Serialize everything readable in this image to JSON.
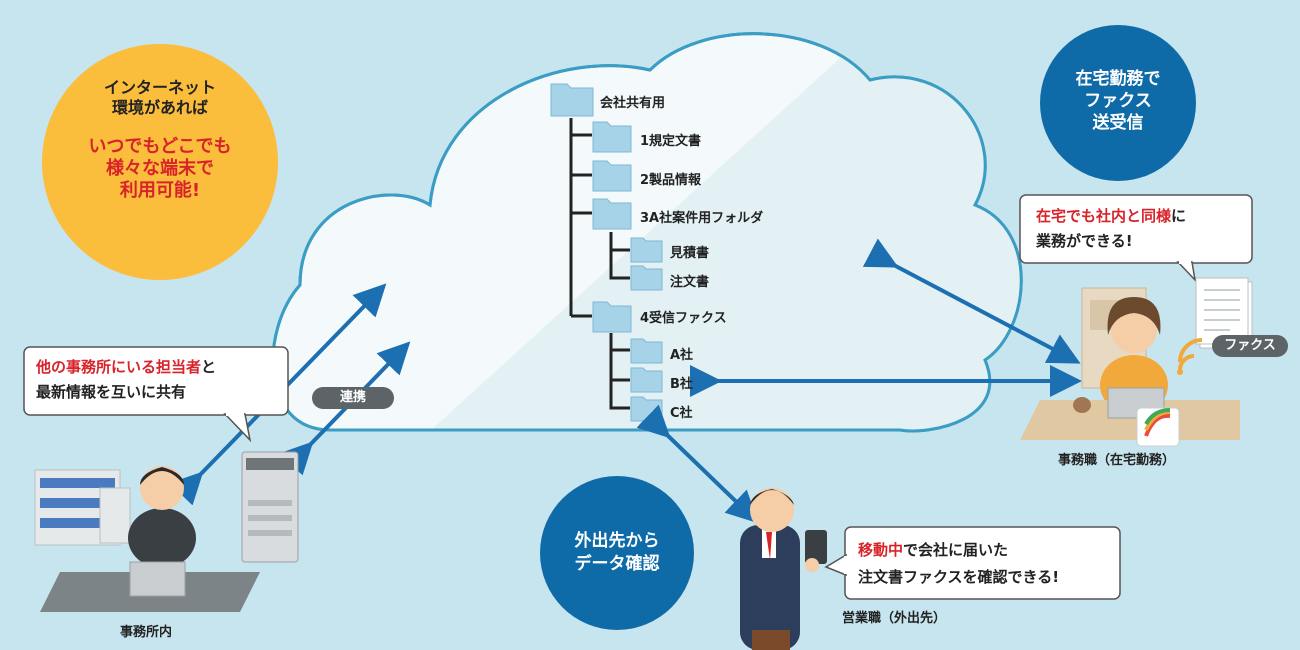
{
  "bubbles": {
    "internet": {
      "line1": "インターネット",
      "line2": "環境があれば",
      "line3": "いつでもどこでも",
      "line4": "様々な端末で",
      "line5": "利用可能!"
    },
    "homework": {
      "line1": "在宅勤務で",
      "line2": "ファクス",
      "line3": "送受信"
    },
    "outside": {
      "line1": "外出先から",
      "line2": "データ確認"
    }
  },
  "callouts": {
    "office": {
      "red": "他の事務所にいる担当者",
      "rest1": "と",
      "line2": "最新情報を互いに共有"
    },
    "home": {
      "red": "在宅でも社内と同様",
      "rest1": "に",
      "line2": "業務ができる!"
    },
    "mobile": {
      "red": "移動中",
      "rest1": "で会社に届いた",
      "line2": "注文書ファクスを確認できる!"
    }
  },
  "folders": {
    "root": "会社共有用",
    "f1": "1規定文書",
    "f2": "2製品情報",
    "f3": "3A社案件用フォルダ",
    "f3a": "見積書",
    "f3b": "注文書",
    "f4": "4受信ファクス",
    "f4a": "A社",
    "f4b": "B社",
    "f4c": "C社"
  },
  "tags": {
    "link": "連携",
    "fax": "ファクス"
  },
  "labels": {
    "office": "事務所内",
    "home": "事務職（在宅勤務）",
    "sales": "営業職（外出先）"
  },
  "colors": {
    "background": "#c7e5ee",
    "blue": "#0f6ba8",
    "yellow": "#fbbd3c",
    "red": "#d8232a",
    "cloud_edge": "#3b9cc4"
  }
}
